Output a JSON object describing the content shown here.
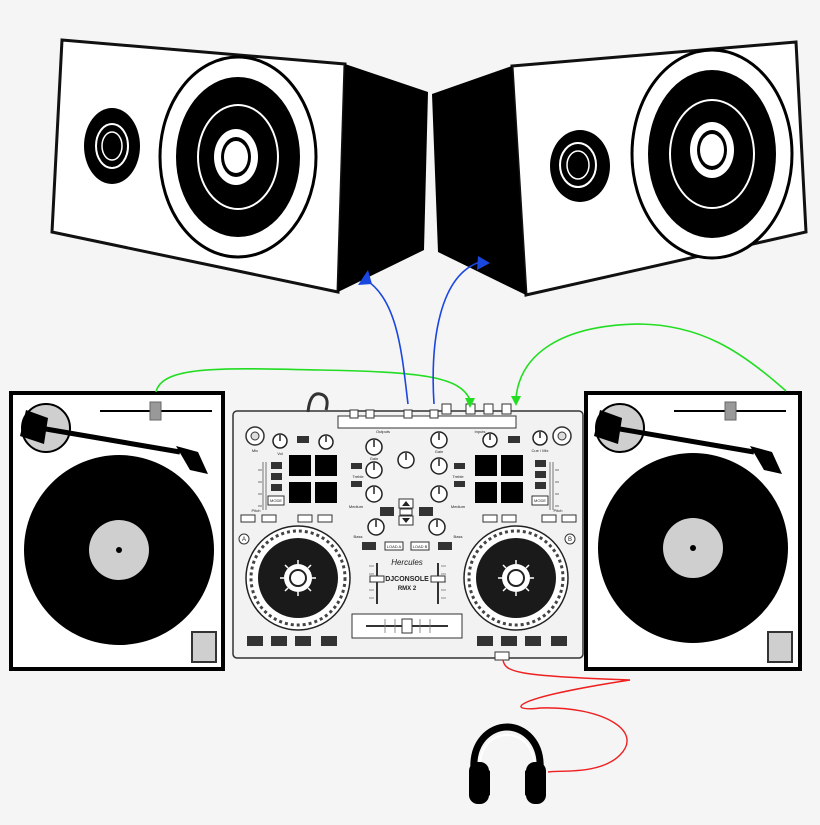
{
  "controller": {
    "brand": "Hercules",
    "model_line1": "DJCONSOLE",
    "model_line2": "RMX 2",
    "deck_a_badge": "A",
    "deck_b_badge": "B",
    "mode_left": "MODE",
    "mode_right": "MODE",
    "load_a": "LOAD A",
    "load_b": "LOAD B",
    "rear_label_left": "Outputs",
    "rear_label_right": "Inputs",
    "knob_labels": {
      "gain": "Gain",
      "treble": "Treble",
      "medium": "Medium",
      "bass": "Bass",
      "vol": "Vol",
      "cue_mix": "Cue / Mix",
      "mic": "Mic",
      "pitch": "Pitch"
    }
  },
  "colors": {
    "speaker_link": "#1a47e0",
    "turntable_link": "#22dd22",
    "headphone_link": "#ee2020",
    "outline": "#111111",
    "panel": "#f2f2f2",
    "platter_label": "#cfcfcf"
  },
  "icons": {
    "headphones": "headphones-icon",
    "speaker_left": "speaker-left-icon",
    "speaker_right": "speaker-right-icon"
  }
}
